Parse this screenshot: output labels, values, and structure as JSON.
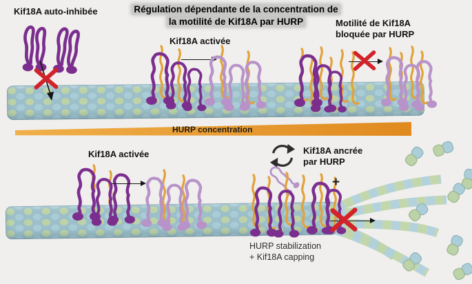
{
  "title": {
    "line1": "Régulation dépendante de la concentration de",
    "line2": "la motilité de Kif18A par HURP"
  },
  "top": {
    "auto_inhibited_label": "Kif18A auto-inhibée",
    "activated_label": "Kif18A activée",
    "blocked_line1": "Motilité de Kif18A",
    "blocked_line2": "bloquée par HURP"
  },
  "gradient_bar": {
    "label": "HURP concentration",
    "color_left": "#f0b04a",
    "color_right": "#e08a1f"
  },
  "bottom": {
    "activated_label": "Kif18A activée",
    "anchored_line1": "Kif18A ancrée",
    "anchored_line2": "par HURP",
    "plus_sign": "+",
    "stabilization_line1": "HURP stabilization",
    "stabilization_line2": "+ Kif18A capping"
  },
  "icons": {
    "red_x": "red-x-icon (blocked action)",
    "cycle": "cycle-arrows-icon (binding/unbinding cycle)",
    "arrow": "arrow-right-icon (transition)",
    "kinesin": "kif18a-motor-doodle",
    "hurp": "hurp-strand-doodle",
    "dimer": "free-tubulin-dimer"
  },
  "colors": {
    "background": "#f0efed",
    "kinesin_active": "#7b2e8e",
    "kinesin_faded": "#b793c9",
    "hurp": "#e2a23b",
    "tubulin_blue": "#a9ccd7",
    "tubulin_green": "#bdd3a7",
    "red_x": "#d3232a"
  }
}
